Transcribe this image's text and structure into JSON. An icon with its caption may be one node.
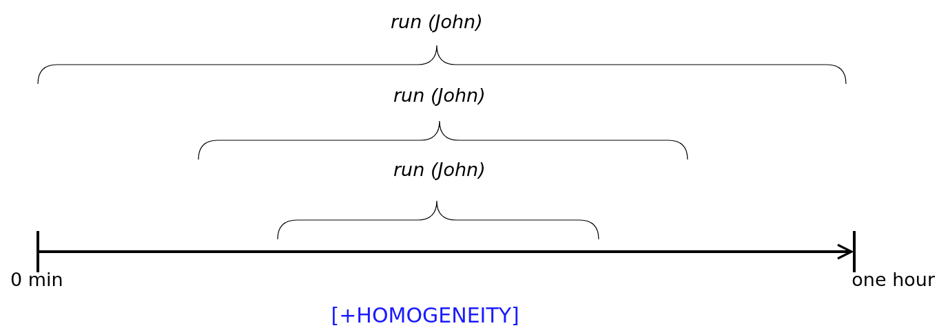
{
  "diagram": {
    "labels": [
      "run (John)",
      "run (John)",
      "run (John)",
      "0 min",
      "one hour",
      "[+HOMOGENEITY]"
    ]
  }
}
